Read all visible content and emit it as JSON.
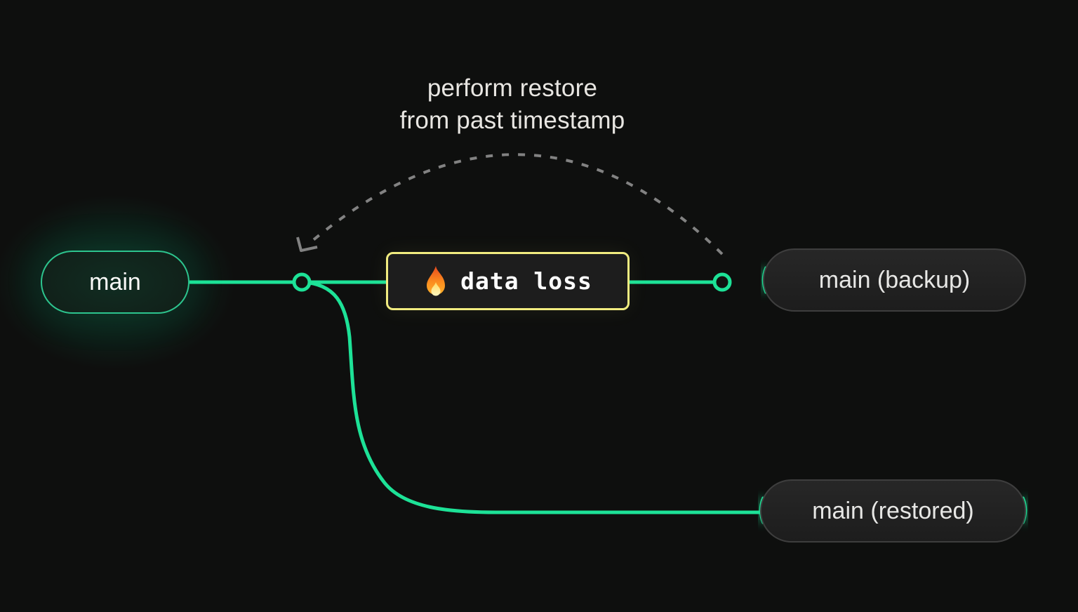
{
  "caption": {
    "line1": "perform restore",
    "line2": "from past timestamp"
  },
  "nodes": {
    "main": {
      "label": "main"
    },
    "data_loss": {
      "label": "data loss",
      "icon": "fire-icon"
    },
    "backup": {
      "label": "main (backup)"
    },
    "restored": {
      "label": "main (restored)"
    }
  },
  "colors": {
    "accent-green": "#1de297",
    "warning-yellow": "#f1ec80",
    "muted-gray": "#8f8f8f",
    "text-primary": "#f2f1ef",
    "background": "#0e0f0e"
  }
}
